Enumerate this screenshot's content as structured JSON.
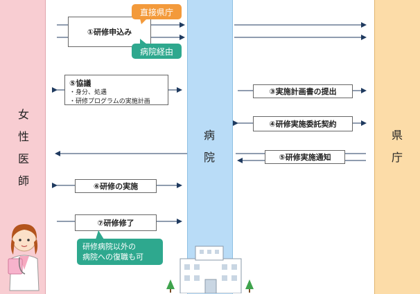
{
  "left_label": [
    "女",
    "性",
    "医",
    "師"
  ],
  "hospital_label": [
    "病",
    "院"
  ],
  "pref_label": [
    "県",
    "庁"
  ],
  "steps": {
    "apply": "①研修申込み",
    "consult_title": "⑤協議",
    "consult_lines": [
      "・身分、処遇",
      "・研修プログラムの実施計画"
    ],
    "submit_plan": "③実施計画書の提出",
    "contract": "④研修実施委託契約",
    "notify": "⑤研修実施通知",
    "implement": "⑥研修の実施",
    "complete": "⑦研修修了"
  },
  "bubbles": {
    "direct": "直接県庁",
    "via_hospital": "病院経由",
    "note_lines": [
      "研修病院以外の",
      "病院への復職も可"
    ]
  },
  "colors": {
    "doctor_col": "#f8cdd2",
    "hospital_col": "#b9dcf7",
    "pref_col": "#fcdca8",
    "orange": "#f39a3b",
    "teal": "#2ea88e",
    "arrow": "#1f3a5f"
  }
}
